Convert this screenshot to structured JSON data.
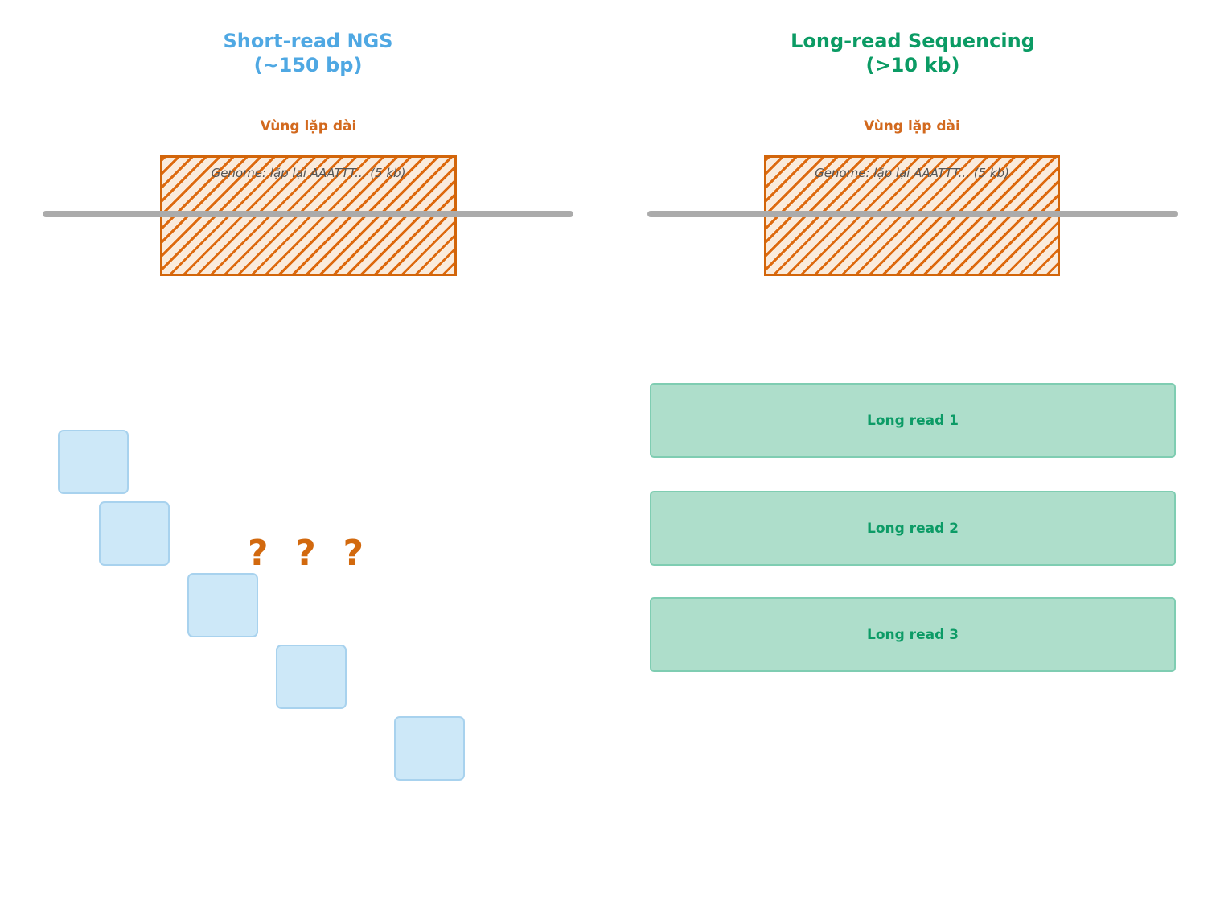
{
  "left_panel": {
    "title_line1": "Short-read NGS",
    "title_line2": "(~150 bp)",
    "region_label": "Vùng lặp dài",
    "genome_annotation": "Genome: lặp lại AAATTT... (5 kb)",
    "short_reads_count": 5,
    "question_marks": [
      "?",
      "?",
      "?"
    ]
  },
  "right_panel": {
    "title_line1": "Long-read Sequencing",
    "title_line2": "(>10 kb)",
    "region_label": "Vùng lặp dài",
    "genome_annotation": "Genome: lặp lại AAATTT... (5 kb)",
    "long_reads": [
      {
        "label": "Long read 1"
      },
      {
        "label": "Long read 2"
      },
      {
        "label": "Long read 3"
      }
    ]
  },
  "colors": {
    "short_read_title": "#4FA8E3",
    "long_read_title": "#0B9B64",
    "repeat_region_label": "#D2691E",
    "hatch_orange": "#DD690E",
    "hatch_background": "#FAEBDC",
    "hatch_border": "#D2650A",
    "genome_line_gray": "#ABABAB",
    "genome_text_gray": "#555555",
    "short_read_fill": "#CDE8F8",
    "short_read_border": "#A8D2EE",
    "long_read_fill": "#AEDECB",
    "long_read_border": "#7FCDB2",
    "question_mark": "#D2690E"
  }
}
